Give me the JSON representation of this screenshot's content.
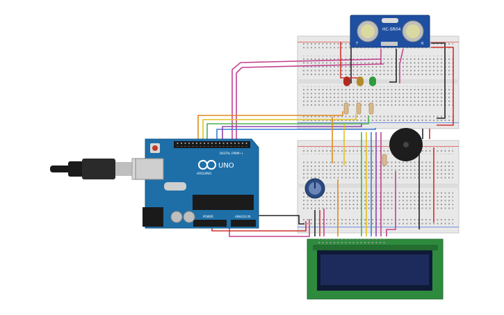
{
  "arduino": {
    "brand": "ARDUINO",
    "model": "UNO",
    "digital_header": "DIGITAL (PWM~)",
    "analog_header": "ANALOG IN",
    "power_header": "POWER"
  },
  "sensor": {
    "label": "HC-SR04",
    "pin_left": "T",
    "pin_right": "R"
  },
  "colors": {
    "board_blue": "#1e6fa8",
    "breadboard": "#e6e6e6",
    "lcd_pcb": "#2e8b3e",
    "lcd_screen": "#1d2b5c",
    "sensor_pcb": "#1f4fa0",
    "wire_red": "#d0312d",
    "wire_black": "#222222",
    "wire_magenta": "#c2418f",
    "wire_orange": "#e08a1e",
    "wire_yellow": "#e0c020",
    "wire_green": "#4caf50",
    "wire_blue": "#3a7bd5",
    "wire_purple": "#8e44ad"
  },
  "components": {
    "leds": [
      "red-led",
      "yellow-led",
      "green-led"
    ],
    "buzzer": "piezo-buzzer",
    "potentiometer": "potentiometer",
    "lcd": "lcd-16x2",
    "usb": "usb-cable"
  }
}
